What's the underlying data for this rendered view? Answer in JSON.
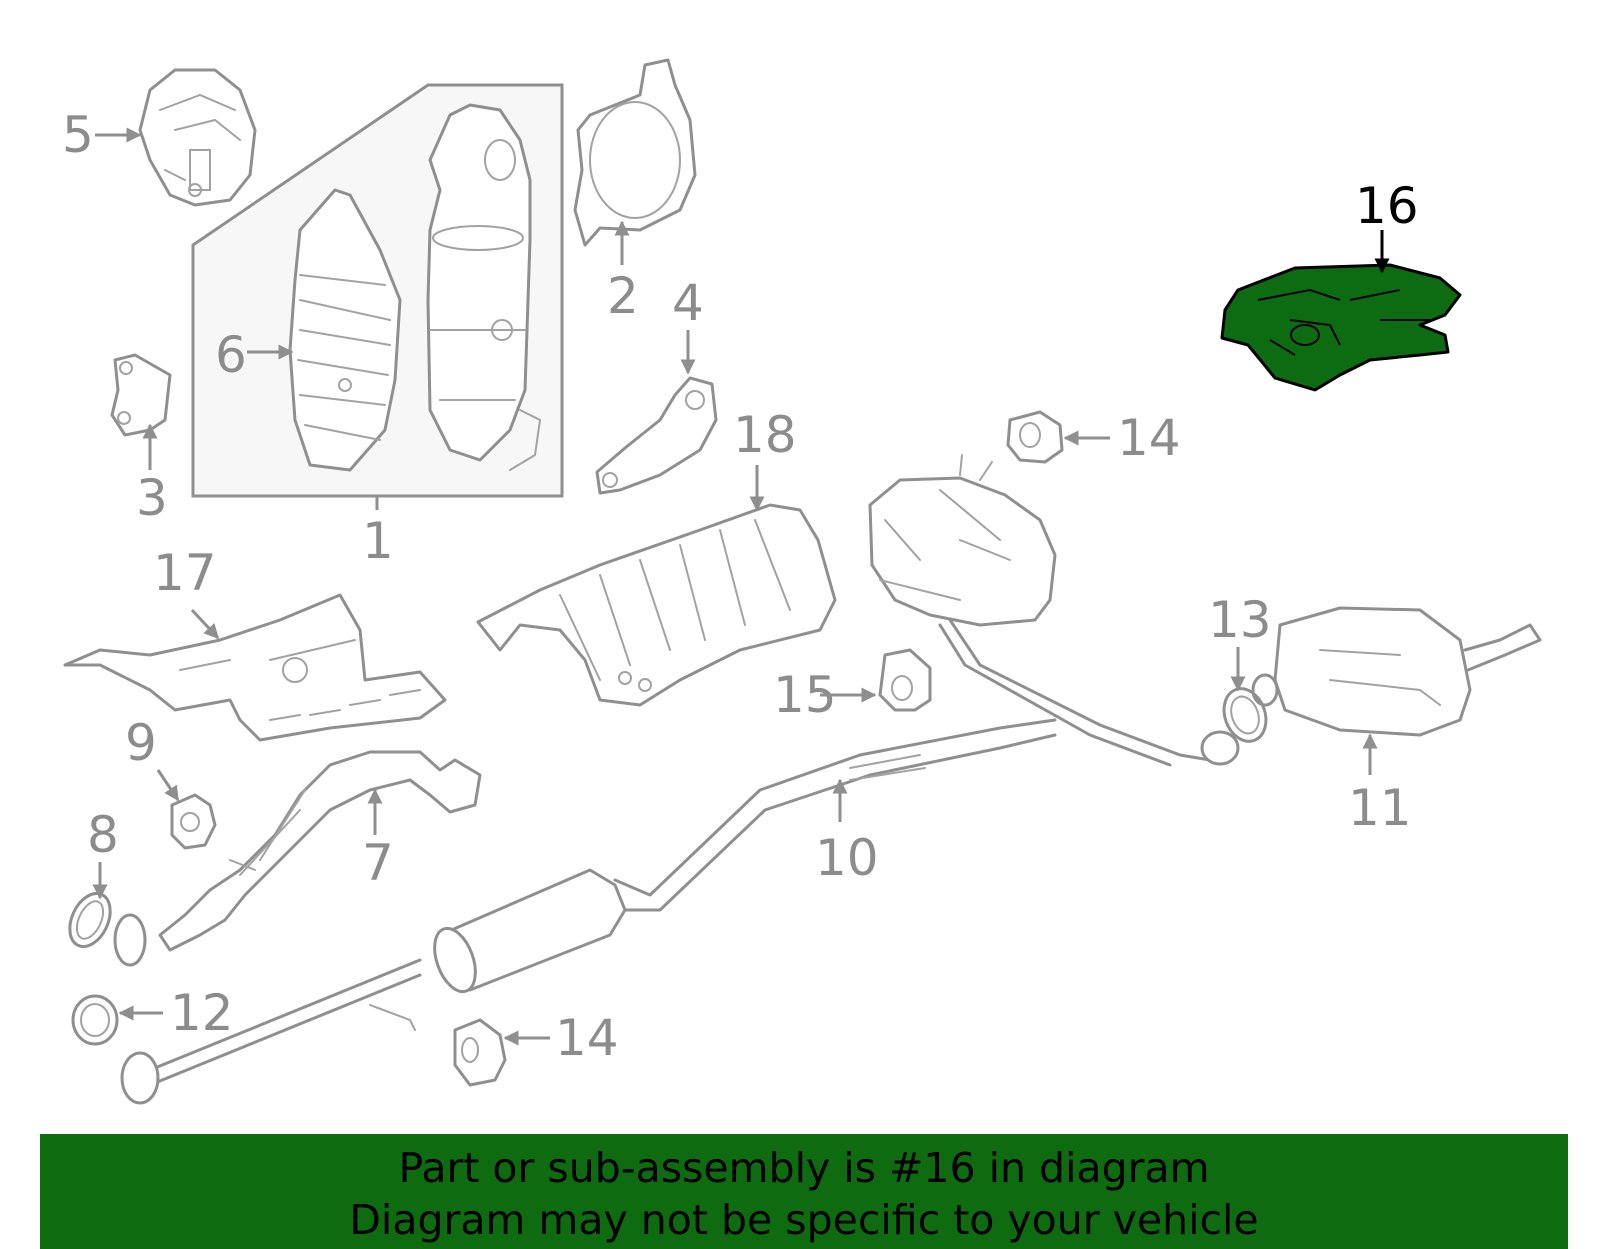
{
  "diagram": {
    "callouts": [
      "1",
      "2",
      "3",
      "4",
      "5",
      "6",
      "7",
      "8",
      "9",
      "10",
      "11",
      "12",
      "13",
      "14",
      "14",
      "15",
      "16",
      "17",
      "18"
    ],
    "highlighted_part": "16",
    "highlight_color": "#0e6b10"
  },
  "banner": {
    "line1": "Part or sub-assembly is #16 in diagram",
    "line2": "Diagram may not be specific to your vehicle"
  }
}
